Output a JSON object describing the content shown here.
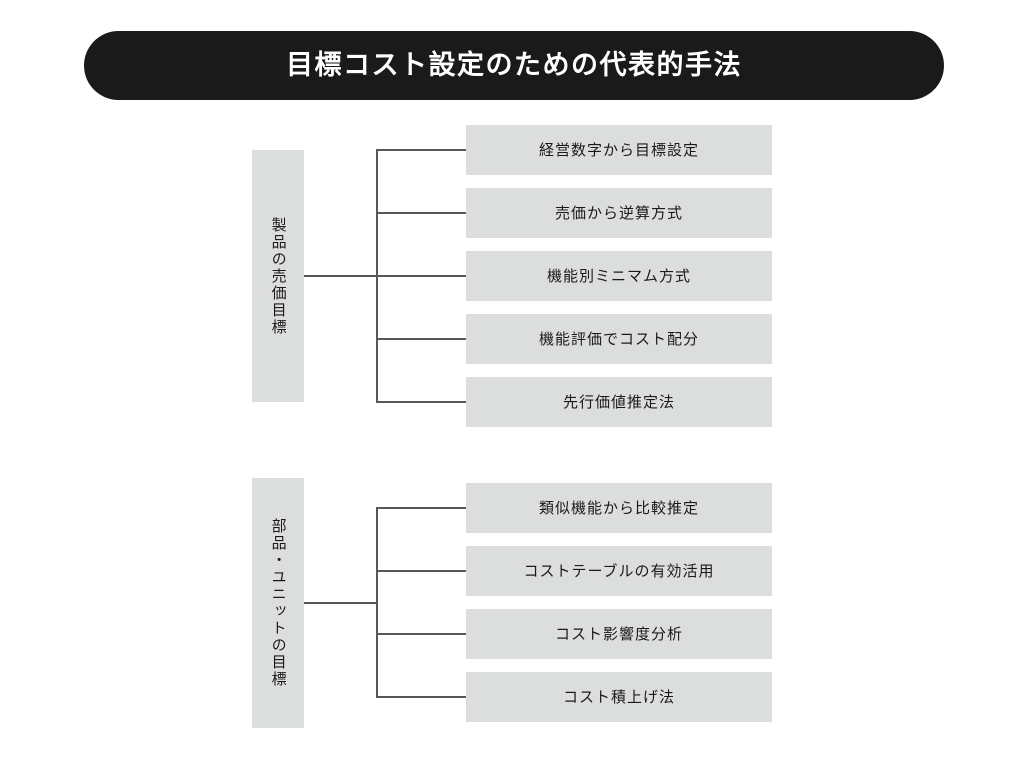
{
  "title": {
    "text": "目標コスト設定のための代表的手法"
  },
  "colors": {
    "title_background": "#1a1a1a",
    "title_text": "#ffffff",
    "box_fill": "#dcdddd",
    "line": "#595757",
    "page_background": "#ffffff",
    "body_text": "#1a1a1a"
  },
  "diagram": {
    "type": "bracket-tree",
    "groups": [
      {
        "label": "製品の売価目標",
        "items": [
          "経営数字から目標設定",
          "売価から逆算方式",
          "機能別ミニマム方式",
          "機能評価でコスト配分",
          "先行価値推定法"
        ]
      },
      {
        "label": "部品・ユニットの目標",
        "items": [
          "類似機能から比較推定",
          "コストテーブルの有効活用",
          "コスト影響度分析",
          "コスト積上げ法"
        ]
      }
    ]
  }
}
